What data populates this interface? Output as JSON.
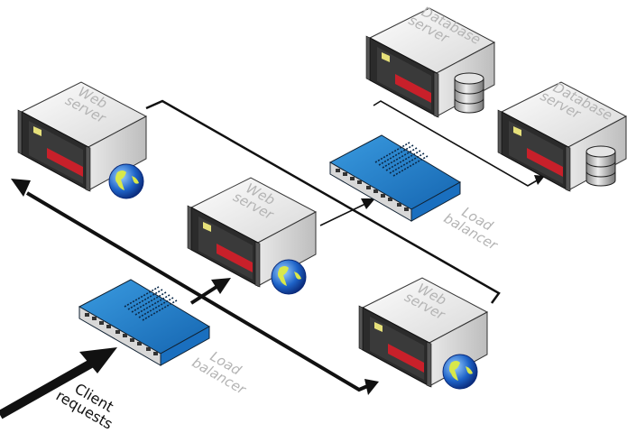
{
  "labels": {
    "web_server_1": [
      "Web",
      "server"
    ],
    "web_server_2": [
      "Web",
      "server"
    ],
    "web_server_3": [
      "Web",
      "server"
    ],
    "database_server_1": [
      "Database",
      "server"
    ],
    "database_server_2": [
      "Database",
      "server"
    ],
    "load_balancer_1": [
      "Load",
      "balancer"
    ],
    "load_balancer_2": [
      "Load",
      "balancer"
    ],
    "client_requests": [
      "Client",
      "requests"
    ]
  },
  "colors": {
    "load_balancer": "#1f7fc8",
    "server_stripe": "#c8202a",
    "label_gray": "#b4b4b4",
    "connector": "#111111"
  },
  "icons": [
    "globe-icon",
    "database-icon"
  ]
}
